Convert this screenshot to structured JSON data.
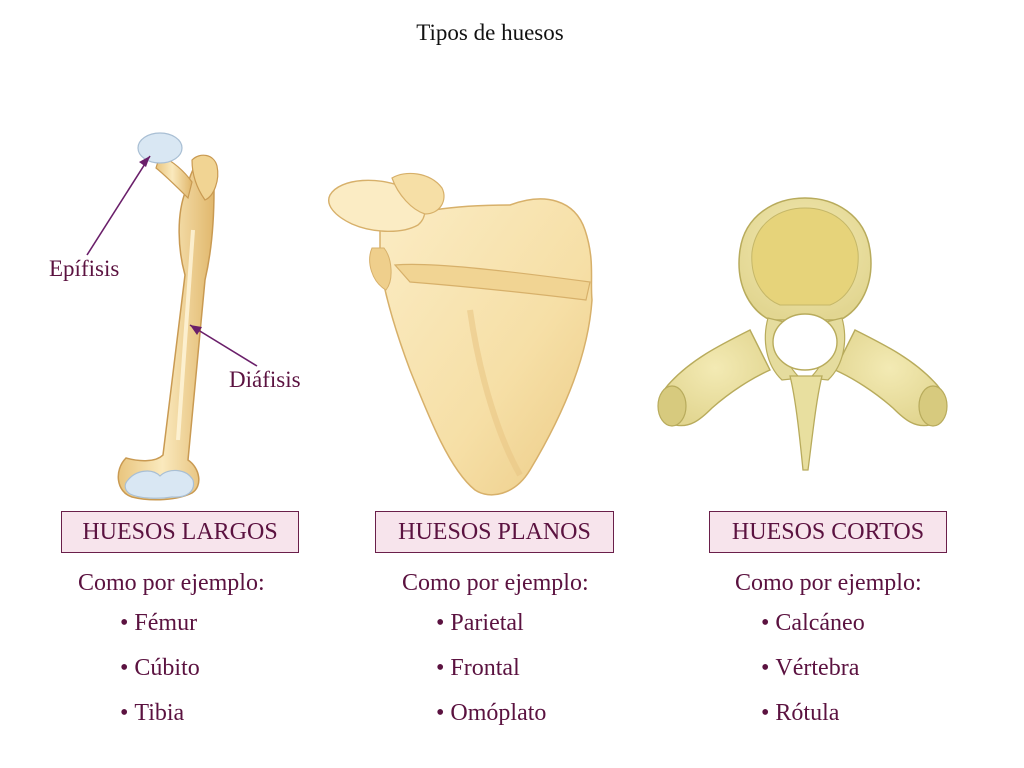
{
  "title": "Tipos de huesos",
  "labels": {
    "epifisis": "Epífisis",
    "diafisis": "Diáfisis"
  },
  "columns": [
    {
      "heading": "HUESOS LARGOS",
      "intro": "Como por ejemplo:",
      "items": [
        "Fémur",
        "Cúbito",
        "Tibia"
      ]
    },
    {
      "heading": "HUESOS PLANOS",
      "intro": "Como por ejemplo:",
      "items": [
        "Parietal",
        "Frontal",
        "Omóplato"
      ]
    },
    {
      "heading": "HUESOS CORTOS",
      "intro": "Como por ejemplo:",
      "items": [
        "Calcáneo",
        "Vértebra",
        "Rótula"
      ]
    }
  ],
  "colors": {
    "text": "#5b1240",
    "box_fill": "#f7e4ec",
    "box_border": "#6a1f4a",
    "bone": "#f3dc9e",
    "bone_shade": "#e2bd6e",
    "cartilage": "#d7e6f3",
    "vertebra": "#ece5a6"
  },
  "icons": [
    "femur-illustration",
    "scapula-illustration",
    "vertebra-illustration"
  ]
}
